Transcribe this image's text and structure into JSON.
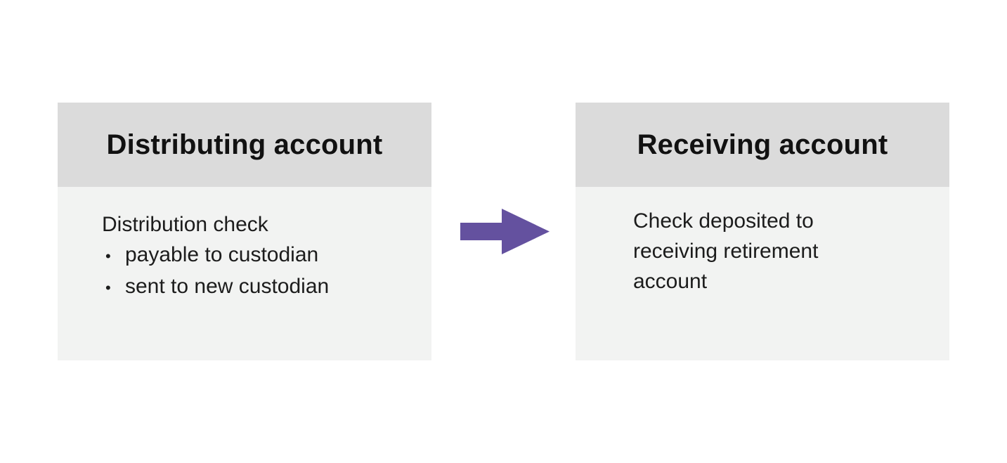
{
  "diagram": {
    "left_box": {
      "title": "Distributing account",
      "intro": "Distribution check",
      "bullet_char": "•",
      "bullets": [
        "payable to custodian",
        "sent to new custodian"
      ]
    },
    "right_box": {
      "title": "Receiving account",
      "body": "Check deposited to receiving retirement account"
    },
    "arrow": {
      "direction": "right",
      "color": "#64519f"
    },
    "colors": {
      "header_bg": "#dbdbdb",
      "body_bg": "#f2f3f2",
      "text": "#1c1c1c",
      "page_bg": "#ffffff"
    }
  }
}
